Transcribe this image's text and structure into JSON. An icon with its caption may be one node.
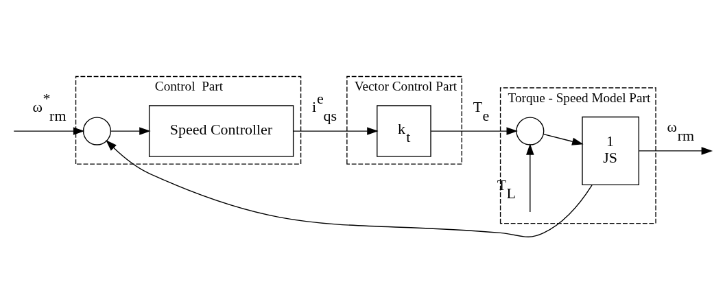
{
  "diagram": {
    "nodes": [
      {
        "text": [
          "Control  Part"
        ]
      },
      {
        "text": [],
        "shape": "circle",
        "in": 0
      },
      {
        "text": [
          "Speed Controller"
        ],
        "in": 0
      },
      {
        "text": [
          "Vector Control Part"
        ]
      },
      {
        "text": [
          "k$_{t}$"
        ],
        "in": 3
      },
      {
        "text": [
          "Torque - Speed Model Part"
        ]
      },
      {
        "text": [],
        "shape": "circle",
        "in": 5
      },
      {
        "text": [
          "1",
          "JS"
        ],
        "in": 5
      }
    ],
    "edges": [
      {
        "from": null,
        "to": 1,
        "arrow": "to",
        "label": "ω$^{*}$$_{rm}$"
      },
      {
        "from": 1,
        "to": 2,
        "arrow": "to"
      },
      {
        "from": 2,
        "to": 4,
        "arrow": "to",
        "label": "i$^{e}$$_{qs}$"
      },
      {
        "from": 4,
        "to": 6,
        "arrow": "to",
        "label": "T$_{e}$"
      },
      {
        "from": null,
        "to": 6,
        "arrow": "to",
        "label": "T$_{L}$"
      },
      {
        "from": 6,
        "to": 7,
        "arrow": "to"
      },
      {
        "from": 7,
        "to": null,
        "arrow": "to",
        "label": "ω$_{rm}$"
      },
      {
        "from": 7,
        "to": 1,
        "arrow": "to"
      }
    ]
  }
}
